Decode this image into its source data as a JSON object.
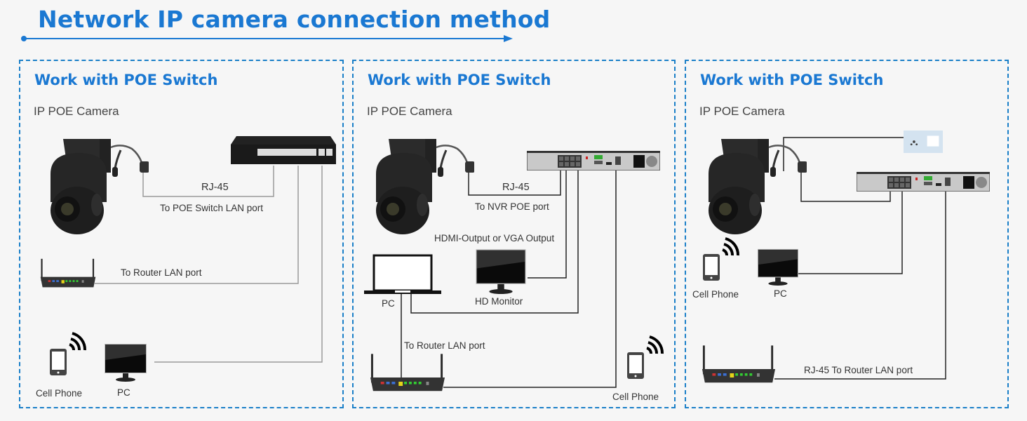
{
  "title": "Network IP camera connection method",
  "colors": {
    "accent": "#1a78d2",
    "border": "#1a7fc8",
    "background": "#f6f6f6",
    "wire_light": "#9a9a9a",
    "wire_dark": "#222222"
  },
  "panels": [
    {
      "title": "Work with POE Switch",
      "subtitle": "IP POE Camera",
      "labels": {
        "rj45": "RJ-45",
        "to_switch": "To POE Switch LAN port",
        "to_router": "To Router LAN port",
        "cell_phone": "Cell Phone",
        "pc": "PC"
      },
      "devices": [
        "ptz-camera",
        "poe-switch",
        "router",
        "cell-phone",
        "monitor"
      ]
    },
    {
      "title": "Work with POE Switch",
      "subtitle": "IP POE Camera",
      "labels": {
        "rj45": "RJ-45",
        "to_nvr": "To NVR POE port",
        "hdmi": "HDMI-Output or VGA Output",
        "pc": "PC",
        "hd_monitor": "HD Monitor",
        "to_router": "To Router LAN port",
        "cell_phone": "Cell Phone"
      },
      "devices": [
        "ptz-camera",
        "nvr",
        "laptop",
        "monitor",
        "router",
        "cell-phone"
      ]
    },
    {
      "title": "Work with POE Switch",
      "subtitle": "IP POE Camera",
      "labels": {
        "cell_phone": "Cell Phone",
        "pc": "PC",
        "rj45_router": "RJ-45 To Router LAN port"
      },
      "devices": [
        "ptz-camera",
        "power-outlet",
        "nvr",
        "cell-phone",
        "monitor",
        "router"
      ]
    }
  ]
}
